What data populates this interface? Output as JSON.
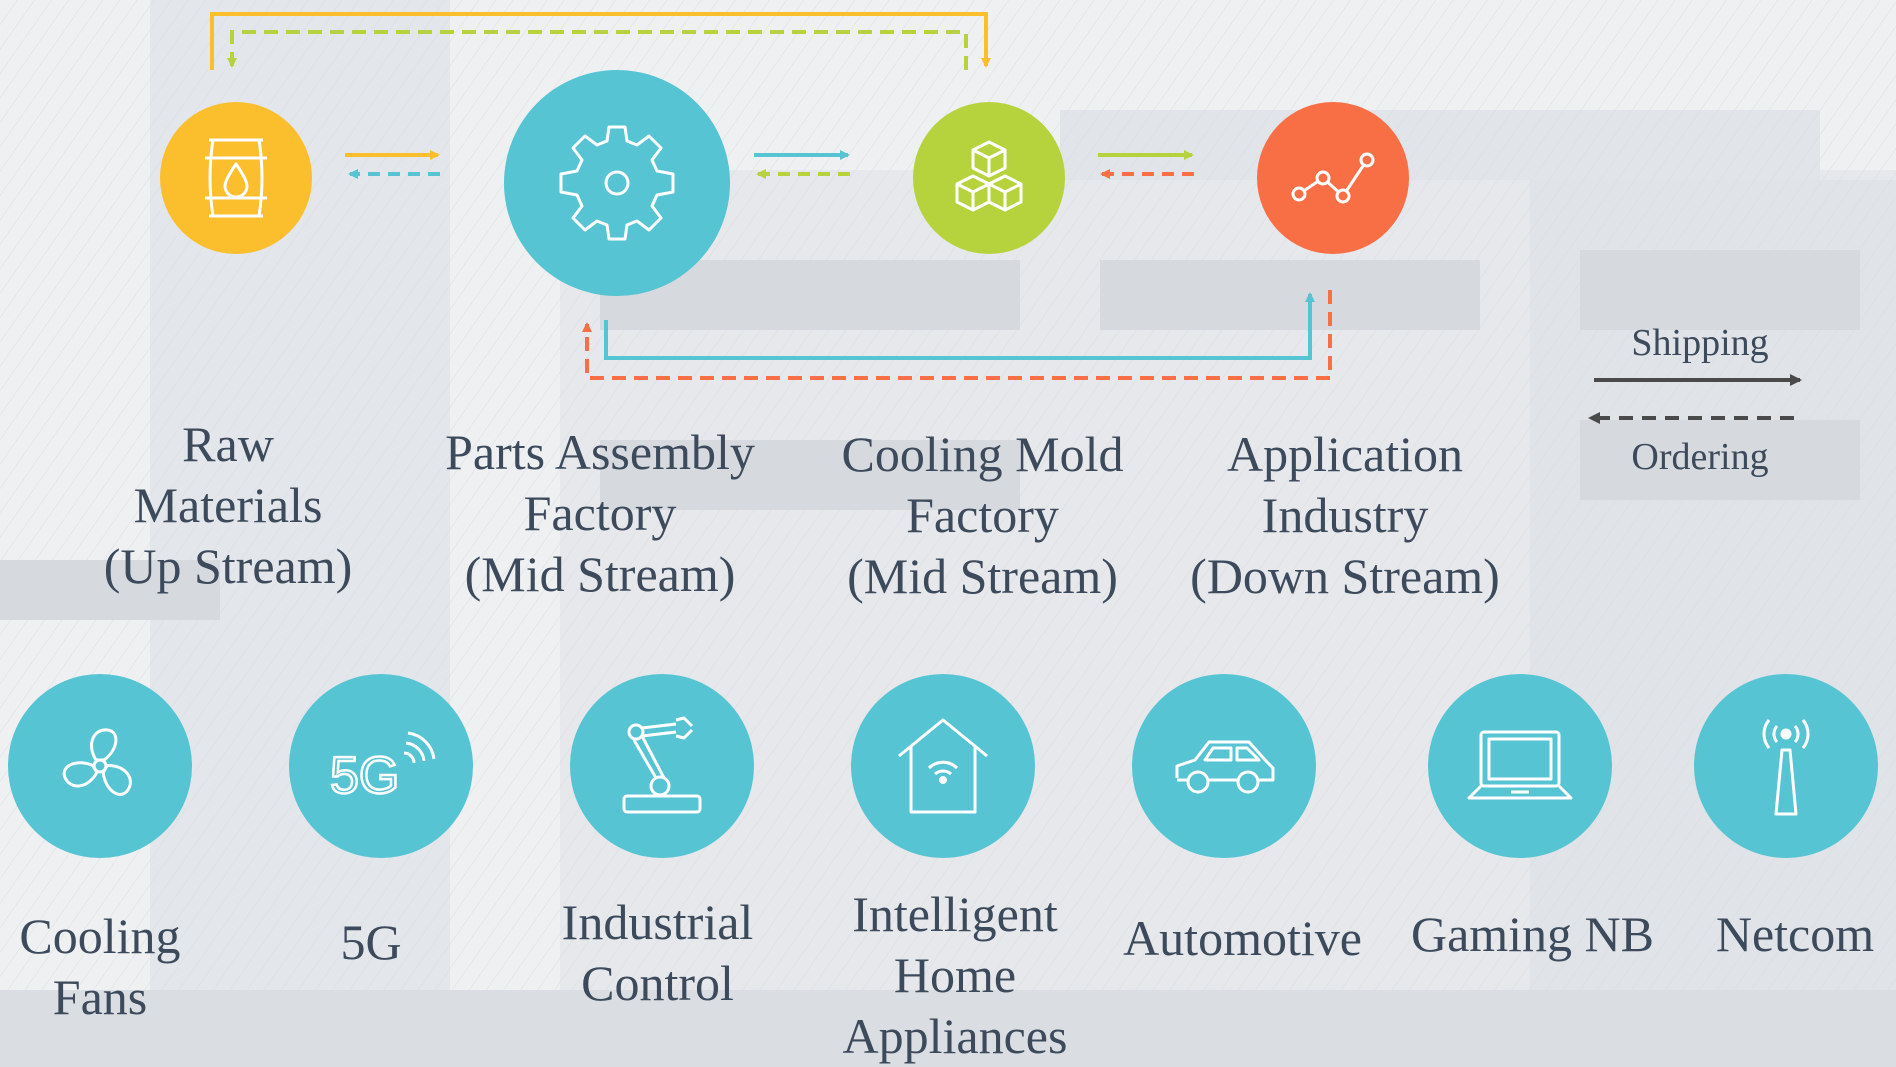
{
  "stages": [
    {
      "id": "raw",
      "label": "Raw\nMaterials\n(Up Stream)",
      "icon": "oil-barrel-icon",
      "color": "#fbbe2c"
    },
    {
      "id": "parts",
      "label": "Parts Assembly\nFactory\n(Mid Stream)",
      "icon": "gear-icon",
      "color": "#56c4d3"
    },
    {
      "id": "mold",
      "label": "Cooling Mold\nFactory\n(Mid Stream)",
      "icon": "cubes-icon",
      "color": "#b6d33e"
    },
    {
      "id": "app",
      "label": "Application\nIndustry\n(Down Stream)",
      "icon": "line-graph-icon",
      "color": "#f86e45"
    }
  ],
  "legend": {
    "shipping": "Shipping",
    "ordering": "Ordering"
  },
  "applications": [
    {
      "label": "Cooling\nFans",
      "icon": "fan-icon"
    },
    {
      "label": "5G",
      "icon": "5g-icon"
    },
    {
      "label": "Industrial\nControl",
      "icon": "robot-arm-icon"
    },
    {
      "label": "Intelligent\nHome\nAppliances",
      "icon": "smart-home-icon"
    },
    {
      "label": "Automotive",
      "icon": "car-icon"
    },
    {
      "label": "Gaming NB",
      "icon": "laptop-icon"
    },
    {
      "label": "Netcom",
      "icon": "antenna-icon"
    }
  ],
  "icon_text": {
    "five_g": "5G"
  }
}
